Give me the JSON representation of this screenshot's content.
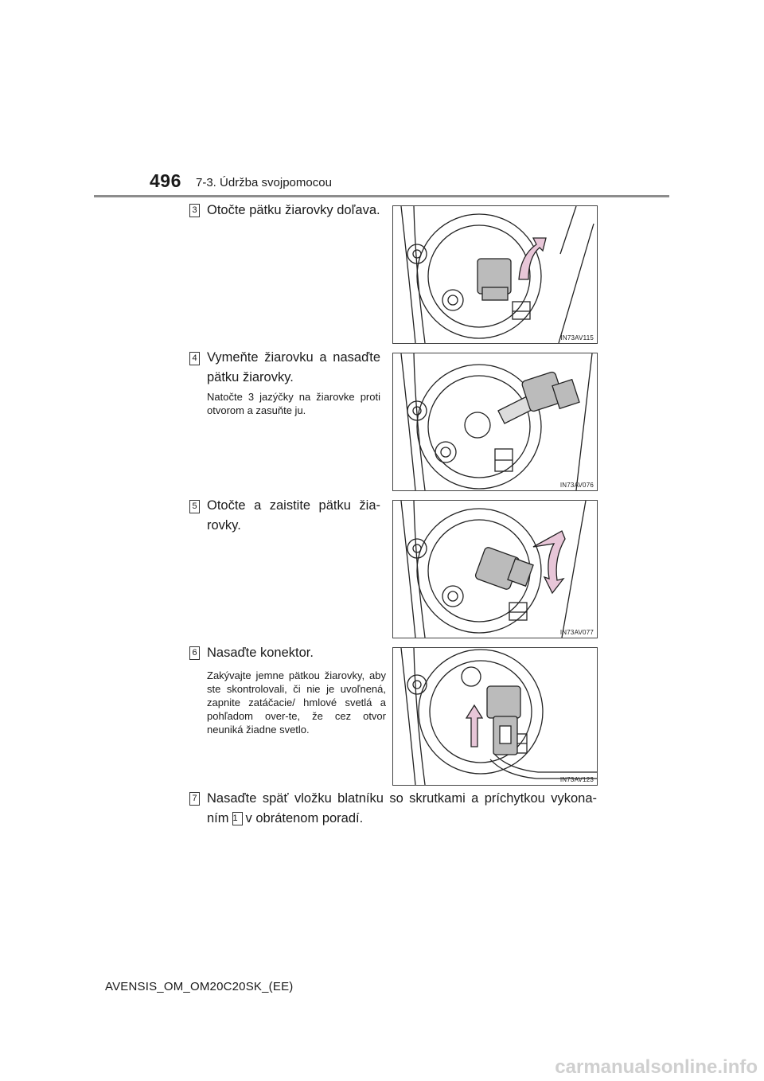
{
  "header": {
    "page_number": "496",
    "section": "7-3. Údržba svojpomocou"
  },
  "steps": [
    {
      "badge": "3",
      "text": "Otočte pätku žiarovky doľava.",
      "figure_code": "IN73AV115"
    },
    {
      "badge": "4",
      "text": "Vymeňte žiarovku a nasaďte pätku žiarovky.",
      "note": "Natočte 3 jazýčky na žiarovke proti otvorom a zasuňte ju.",
      "figure_code": "IN73AV076"
    },
    {
      "badge": "5",
      "text": "Otočte a zaistite pätku žia-rovky.",
      "figure_code": "IN73AV077"
    },
    {
      "badge": "6",
      "text": "Nasaďte konektor.",
      "note": "Zakývajte jemne pätkou žiarovky, aby ste skontrolovali, či nie je uvoľnená, zapnite zatáčacie/ hmlové svetlá a pohľadom over-te, že cez otvor neuniká žiadne svetlo.",
      "figure_code": "IN73AV123"
    },
    {
      "badge": "7",
      "text_before": "Nasaďte späť vložku blatníku so skrutkami a príchytkou vykona-ním",
      "ref_badge": "1",
      "text_after": "v obrátenom poradí."
    }
  ],
  "footer": {
    "doc_id": "AVENSIS_OM_OM20C20SK_(EE)",
    "watermark": "carmanualsonline.info"
  }
}
